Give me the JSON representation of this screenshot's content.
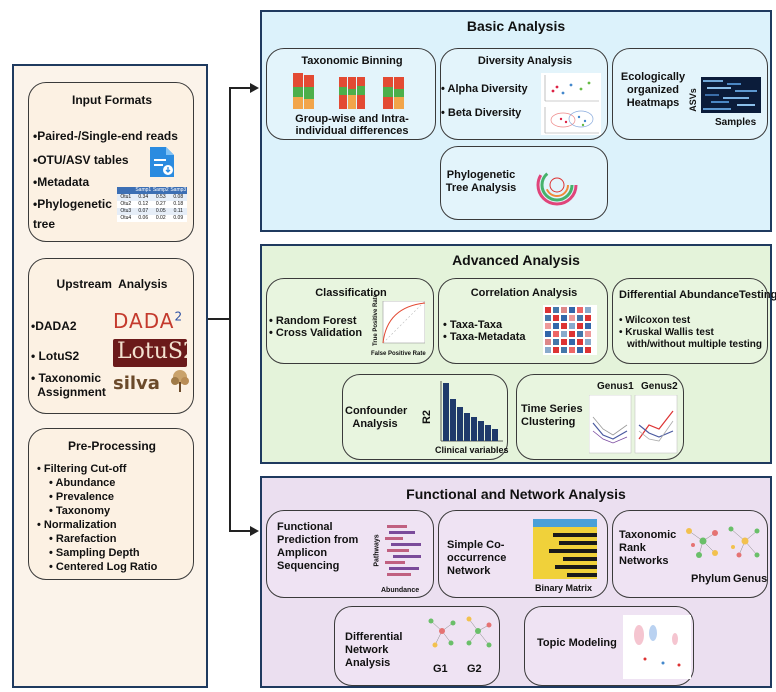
{
  "left": {
    "input": {
      "title": "Input Formats",
      "items": [
        "•Paired-/Single-end reads",
        "•OTU/ASV tables",
        "•Metadata",
        "•Phylogenetic",
        "tree"
      ],
      "table": [
        [
          "",
          "Samp1",
          "Samp2",
          "Samp3"
        ],
        [
          "Otu1",
          "0.34",
          "0.53",
          "0.08"
        ],
        [
          "Otu2",
          "0.12",
          "0.27",
          "0.18"
        ],
        [
          "Otu3",
          "0.07",
          "0.05",
          "0.11"
        ],
        [
          "Otu4",
          "0.06",
          "0.02",
          "0.09"
        ]
      ]
    },
    "upstream": {
      "title": "Upstream  Analysis",
      "items": [
        "•DADA2",
        "• LotuS2",
        "• Taxonomic",
        "  Assignment"
      ],
      "logos": {
        "dada": "DADA",
        "dada_sup": "2",
        "lotus": "LotuS2",
        "silva": "silva"
      }
    },
    "preprocessing": {
      "title": "Pre-Processing",
      "items": [
        "• Filtering Cut-off",
        "• Abundance",
        "• Prevalence",
        "• Taxonomy",
        "• Normalization",
        "• Rarefaction",
        "• Sampling Depth",
        "• Centered Log Ratio"
      ]
    }
  },
  "basic": {
    "title": "Basic Analysis",
    "taxonomic": {
      "title": "Taxonomic Binning",
      "caption": "Group-wise and Intra-individual differences"
    },
    "diversity": {
      "title": "Diversity Analysis",
      "items": [
        "• Alpha Diversity",
        "• Beta Diversity"
      ]
    },
    "heatmap": {
      "title": "Ecologically organized Heatmaps",
      "xlabel": "Samples",
      "ylabel": "ASVs"
    },
    "phylo": {
      "title": "Phylogenetic Tree Analysis"
    }
  },
  "advanced": {
    "title": "Advanced Analysis",
    "classification": {
      "title": "Classification",
      "items": [
        "• Random Forest",
        "• Cross Validation"
      ],
      "xlabel": "False Positive Rate",
      "ylabel": "True Positive Rate"
    },
    "correlation": {
      "title": "Correlation Analysis",
      "items": [
        "• Taxa-Taxa",
        "• Taxa-Metadata"
      ]
    },
    "differential": {
      "title": "Differential AbundanceTesting",
      "items": [
        "• Wilcoxon test",
        "• Kruskal Wallis test",
        "with/without multiple testing"
      ]
    },
    "confounder": {
      "title": "Confounder Analysis",
      "ylabel": "R2",
      "xlabel": "Clinical variables"
    },
    "timeseries": {
      "title": "Time Series Clustering",
      "g1": "Genus1",
      "g2": "Genus2"
    }
  },
  "functional": {
    "title": "Functional and Network Analysis",
    "prediction": {
      "title": "Functional Prediction from Amplicon Sequencing",
      "ylabel": "Pathways",
      "xlabel": "Abundance"
    },
    "cooccurrence": {
      "title": "Simple Co-occurrence Network",
      "caption": "Binary Matrix"
    },
    "rank": {
      "title": "Taxonomic Rank Networks",
      "l1": "Phylum",
      "l2": "Genus"
    },
    "diffnet": {
      "title": "Differential Network Analysis",
      "l1": "G1",
      "l2": "G2"
    },
    "topic": {
      "title": "Topic Modeling"
    }
  },
  "colors": {
    "basic_bg": "#dff3fb",
    "advanced_bg": "#e6f4dc",
    "functional_bg": "#ecdff0",
    "left_bg": "#fdf3e6",
    "outer_border": "#1f3a5f"
  }
}
